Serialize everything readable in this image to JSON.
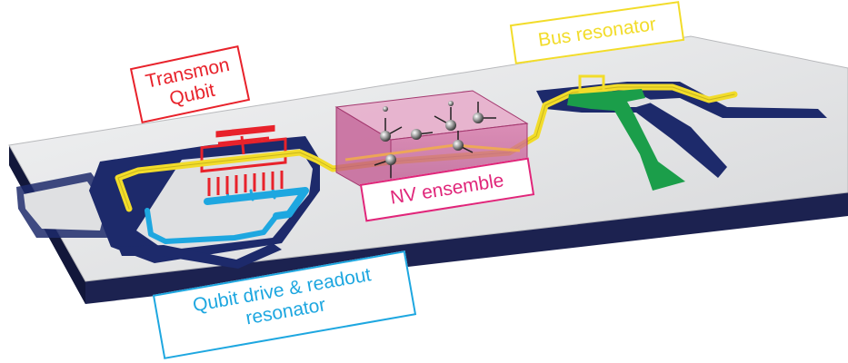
{
  "colors": {
    "transmon": "#e8222b",
    "bus": "#f2dc2a",
    "nv": "#e0267a",
    "drive": "#1ea7e0",
    "chip_surface": "#e4e5e7",
    "substrate": "#1c2250",
    "ground_gap": "#1d2a6b",
    "green_port": "#1b9e4a"
  },
  "labels": {
    "transmon": {
      "line1": "Transmon",
      "line2": "Qubit"
    },
    "bus": "Bus resonator",
    "nv": "NV ensemble",
    "drive": {
      "line1": "Qubit drive & readout",
      "line2": "resonator"
    }
  },
  "icons": [
    "nv-spin-icon"
  ]
}
